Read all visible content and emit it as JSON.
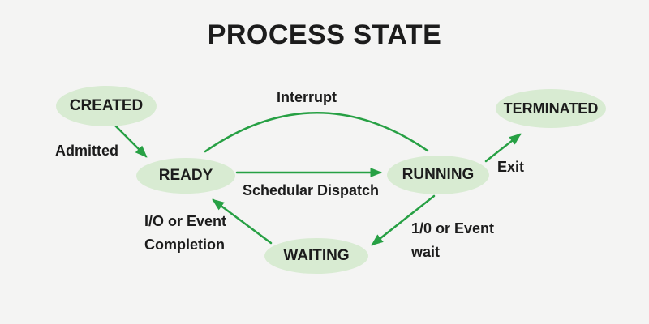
{
  "title": "PROCESS STATE",
  "colors": {
    "background": "#f4f4f3",
    "node_fill": "#d8ebd2",
    "arrow": "#27a044",
    "text": "#1c1c1c"
  },
  "states": {
    "created": "CREATED",
    "ready": "READY",
    "running": "RUNNING",
    "waiting": "WAITING",
    "terminated": "TERMINATED"
  },
  "transitions": {
    "admitted": "Admitted",
    "interrupt": "Interrupt",
    "schedular_dispatch": "Schedular Dispatch",
    "exit": "Exit",
    "io_event_completion": "I/O or Event\nCompletion",
    "io_event_wait": "1/0 or Event\nwait"
  }
}
